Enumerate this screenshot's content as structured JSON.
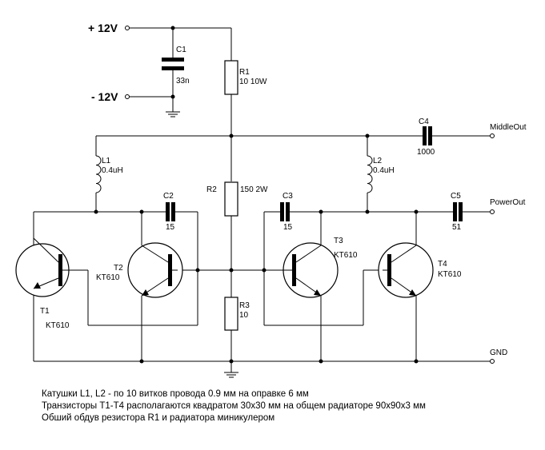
{
  "rails": {
    "pos": "+ 12V",
    "neg": "- 12V"
  },
  "components": {
    "C1": {
      "ref": "C1",
      "value": "33n"
    },
    "R1": {
      "ref": "R1",
      "value": "10 10W"
    },
    "C4": {
      "ref": "C4",
      "value": "1000"
    },
    "L1": {
      "ref": "L1",
      "value": "0.4uH"
    },
    "L2": {
      "ref": "L2",
      "value": "0.4uH"
    },
    "C2": {
      "ref": "C2",
      "value": "15"
    },
    "R2": {
      "ref": "R2",
      "value": "150 2W"
    },
    "C3": {
      "ref": "C3",
      "value": "15"
    },
    "C5": {
      "ref": "C5",
      "value": "51"
    },
    "T1": {
      "ref": "T1",
      "value": "KT610"
    },
    "T2": {
      "ref": "T2",
      "value": "KT610"
    },
    "T3": {
      "ref": "T3",
      "value": "KT610"
    },
    "T4": {
      "ref": "T4",
      "value": "KT610"
    },
    "R3": {
      "ref": "R3",
      "value": "10"
    }
  },
  "outputs": {
    "middle": "MiddleOut",
    "power": "PowerOut",
    "gnd": "GND"
  },
  "notes": [
    "Катушки L1, L2 - по 10 витков провода 0.9 мм на оправке 6 мм",
    "Транзисторы T1-T4 располагаются квадратом 30x30 мм на общем радиаторе 90x90x3 мм",
    "Обший обдув резистора R1 и радиатора миникулером"
  ]
}
